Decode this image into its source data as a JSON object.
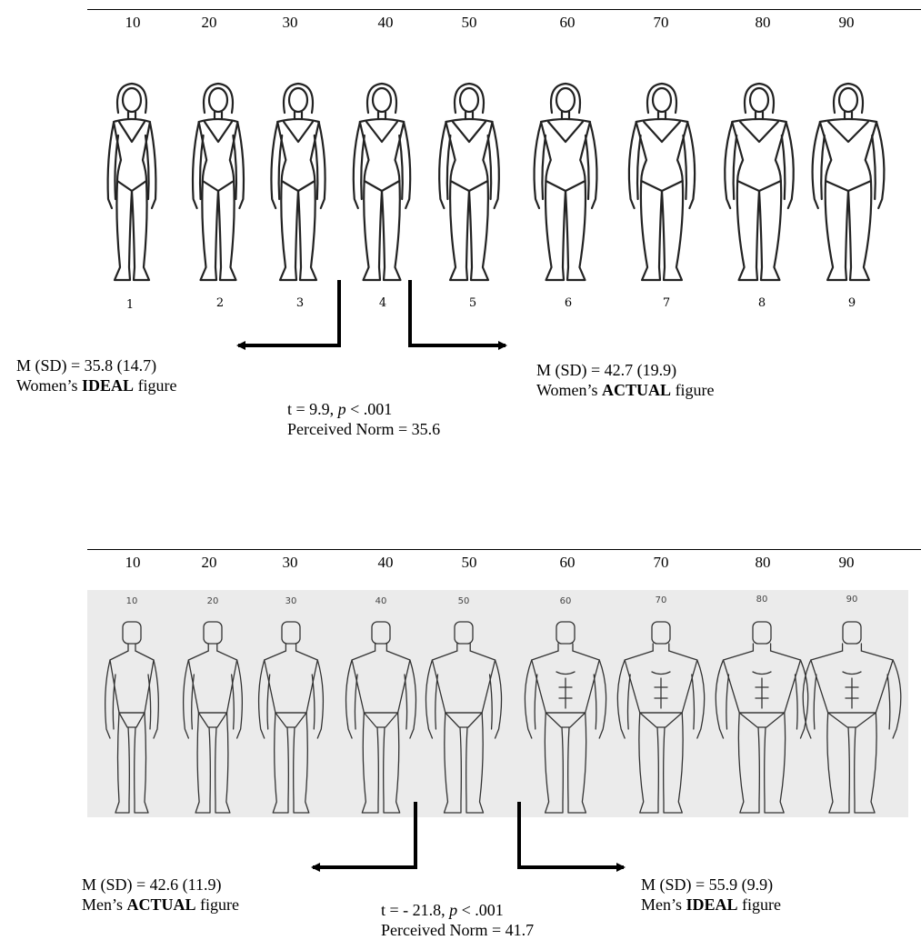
{
  "scale_labels": [
    "10",
    "20",
    "30",
    "40",
    "50",
    "60",
    "70",
    "80",
    "90"
  ],
  "women": {
    "figure_numbers": [
      "1",
      "2",
      "3",
      "4",
      "5",
      "6",
      "7",
      "8",
      "9"
    ],
    "ideal": {
      "stat": "M (SD) = 35.8 (14.7)",
      "prefix": "Women’s ",
      "emph": "IDEAL",
      "suffix": " figure"
    },
    "actual": {
      "stat": "M (SD) = 42.7 (19.9)",
      "prefix": "Women’s ",
      "emph": "ACTUAL",
      "suffix": " figure"
    },
    "test": {
      "t_prefix": "t = 9.9, ",
      "p": "p",
      "t_suffix": " < .001",
      "norm": "Perceived Norm = 35.6"
    }
  },
  "men": {
    "figure_numbers": [
      "10",
      "20",
      "30",
      "40",
      "50",
      "60",
      "70",
      "80",
      "90"
    ],
    "actual": {
      "stat": "M (SD) = 42.6 (11.9)",
      "prefix": "Men’s ",
      "emph": "ACTUAL",
      "suffix": " figure"
    },
    "ideal": {
      "stat": "M (SD) = 55.9 (9.9)",
      "prefix": "Men’s ",
      "emph": "IDEAL",
      "suffix": " figure"
    },
    "test": {
      "t_prefix": "t = - 21.8, ",
      "p": "p",
      "t_suffix": " < .001",
      "norm": "Perceived Norm = 41.7"
    }
  }
}
